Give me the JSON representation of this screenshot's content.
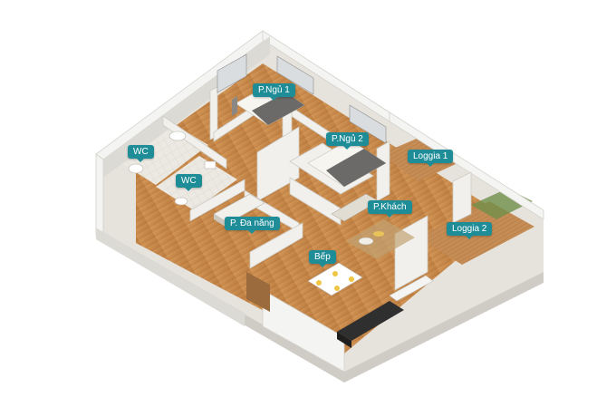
{
  "floorplan": {
    "rooms": [
      {
        "id": "bedroom-1",
        "label": "P.Ngủ 1"
      },
      {
        "id": "bedroom-2",
        "label": "P.Ngủ 2"
      },
      {
        "id": "loggia-1",
        "label": "Loggia 1"
      },
      {
        "id": "wc-1",
        "label": "WC"
      },
      {
        "id": "wc-2",
        "label": "WC"
      },
      {
        "id": "living-room",
        "label": "P.Khách"
      },
      {
        "id": "multi-purpose-room",
        "label": "P. Đa năng"
      },
      {
        "id": "loggia-2",
        "label": "Loggia 2"
      },
      {
        "id": "kitchen",
        "label": "Bếp"
      }
    ],
    "colors": {
      "label_bg": "#1f8d98",
      "wood_floor": "#c98a4b",
      "wood_floor_dark": "#a86a32",
      "wall_top": "#f4f4f2",
      "wall_side": "#dcdad5",
      "tile_floor": "#e9e6df"
    }
  }
}
